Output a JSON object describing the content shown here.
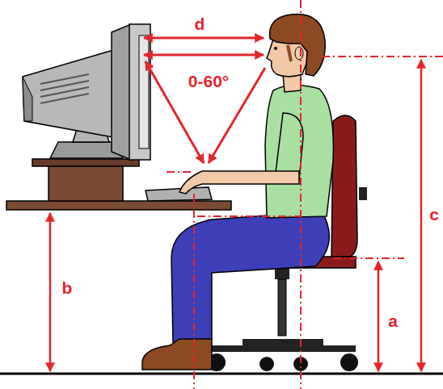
{
  "diagram": {
    "labels": [
      "d",
      "0-60°",
      "c",
      "b",
      "a"
    ]
  }
}
